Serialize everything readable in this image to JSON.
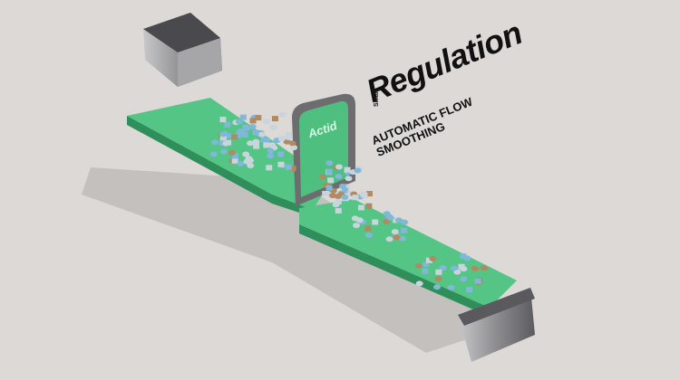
{
  "headline": {
    "prefix": "Smart",
    "title": "Regulation",
    "subtitle_line1": "AUTOMATIC FLOW",
    "subtitle_line2": "SMOOTHING"
  },
  "logo": {
    "text": "Actid"
  },
  "colors": {
    "background": "#dcd9d7",
    "belt": "#4fbf7f",
    "belt_dark": "#2f8f5a",
    "metal": "#9a9a9c",
    "box": "#b08a62",
    "pill": "#7fb8d8"
  }
}
